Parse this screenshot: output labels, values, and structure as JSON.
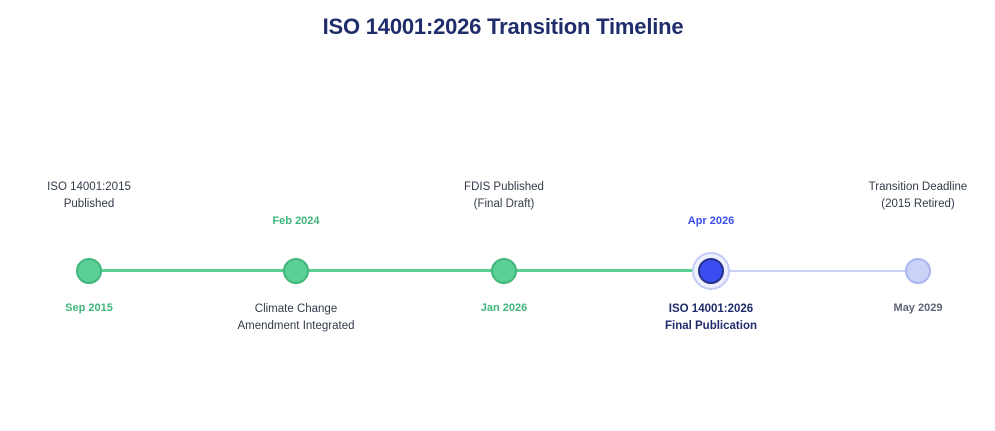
{
  "title": "ISO 14001:2026 Transition Timeline",
  "colors": {
    "completed": "#5ccf96",
    "current": "#3a4df0",
    "upcoming": "#cbd2f8",
    "title": "#1f2d6b"
  },
  "milestones": [
    {
      "date": "Sep 2015",
      "label": "ISO 14001:2015\nPublished",
      "status": "completed"
    },
    {
      "date": "Feb 2024",
      "label": "Climate Change\nAmendment Integrated",
      "status": "completed"
    },
    {
      "date": "Jan 2026",
      "label": "FDIS Published\n(Final Draft)",
      "status": "completed"
    },
    {
      "date": "Apr 2026",
      "label": "ISO 14001:2026\nFinal Publication",
      "status": "current"
    },
    {
      "date": "May 2029",
      "label": "Transition Deadline\n(2015 Retired)",
      "status": "upcoming"
    }
  ]
}
